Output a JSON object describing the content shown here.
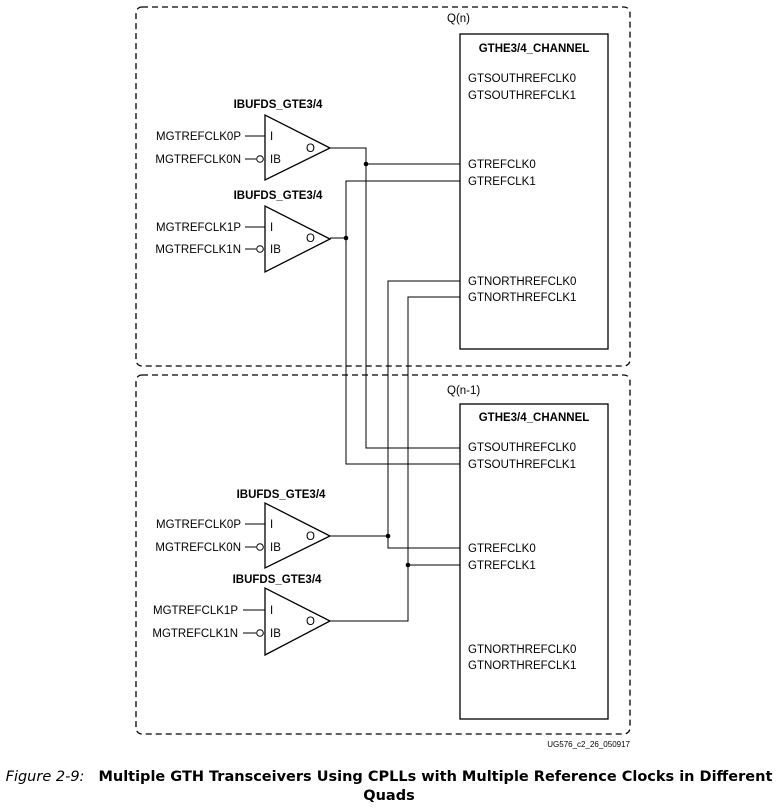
{
  "quads": [
    {
      "label": "Q(n)",
      "channel": {
        "title": "GTHE3/4_CHANNEL",
        "pins": [
          "GTSOUTHREFCLK0",
          "GTSOUTHREFCLK1",
          "GTREFCLK0",
          "GTREFCLK1",
          "GTNORTHREFCLK0",
          "GTNORTHREFCLK1"
        ]
      },
      "buffers": [
        {
          "title": "IBUFDS_GTE3/4",
          "in_p": "MGTREFCLK0P",
          "in_n": "MGTREFCLK0N",
          "pin_i": "I",
          "pin_ib": "IB",
          "pin_o": "O"
        },
        {
          "title": "IBUFDS_GTE3/4",
          "in_p": "MGTREFCLK1P",
          "in_n": "MGTREFCLK1N",
          "pin_i": "I",
          "pin_ib": "IB",
          "pin_o": "O"
        }
      ]
    },
    {
      "label": "Q(n-1)",
      "channel": {
        "title": "GTHE3/4_CHANNEL",
        "pins": [
          "GTSOUTHREFCLK0",
          "GTSOUTHREFCLK1",
          "GTREFCLK0",
          "GTREFCLK1",
          "GTNORTHREFCLK0",
          "GTNORTHREFCLK1"
        ]
      },
      "buffers": [
        {
          "title": "IBUFDS_GTE3/4",
          "in_p": "MGTREFCLK0P",
          "in_n": "MGTREFCLK0N",
          "pin_i": "I",
          "pin_ib": "IB",
          "pin_o": "O"
        },
        {
          "title": "IBUFDS_GTE3/4",
          "in_p": "MGTREFCLK1P",
          "in_n": "MGTREFCLK1N",
          "pin_i": "I",
          "pin_ib": "IB",
          "pin_o": "O"
        }
      ]
    }
  ],
  "figure_id": "UG576_c2_26_050917",
  "caption": {
    "number": "Figure 2-9:",
    "title": "Multiple GTH Transceivers Using CPLLs with Multiple Reference Clocks in Different Quads"
  }
}
